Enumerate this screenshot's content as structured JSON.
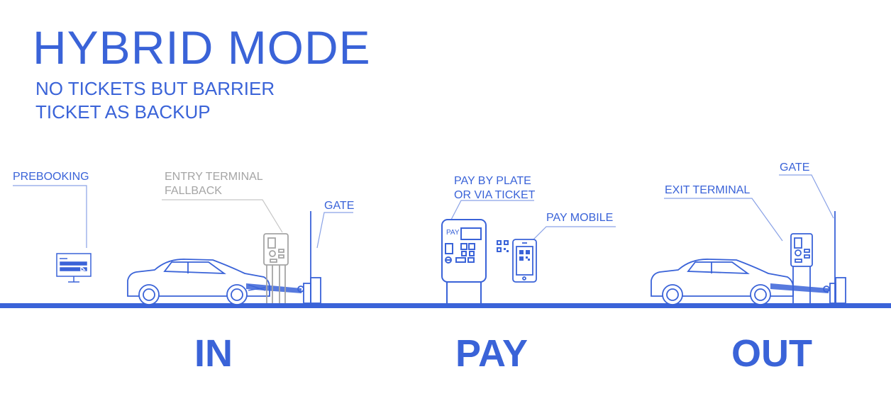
{
  "title": "HYBRID MODE",
  "subtitle_line1": "NO TICKETS BUT BARRIER",
  "subtitle_line2": "TICKET AS BACKUP",
  "labels": {
    "prebooking": "PREBOOKING",
    "entry_terminal_1": "ENTRY TERMINAL",
    "entry_terminal_2": "FALLBACK",
    "gate_in": "GATE",
    "pay_plate_1": "PAY BY PLATE",
    "pay_plate_2": "OR VIA TICKET",
    "pay_mobile": "PAY MOBILE",
    "exit_terminal": "EXIT TERMINAL",
    "gate_out": "GATE",
    "kiosk_pay": "PAY"
  },
  "stages": {
    "in": "IN",
    "pay": "PAY",
    "out": "OUT"
  },
  "colors": {
    "primary": "#3a63d8",
    "muted": "#a5a5a5"
  }
}
